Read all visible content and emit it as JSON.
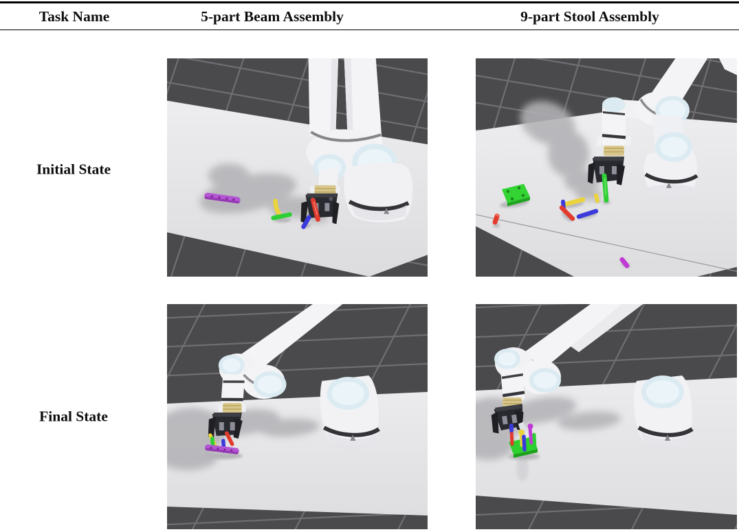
{
  "table": {
    "header": {
      "col_task": "Task Name",
      "col_beam": "5-part Beam Assembly",
      "col_stool": "9-part Stool Assembly"
    },
    "rows": {
      "initial": "Initial State",
      "final": "Final State"
    }
  },
  "scenes": {
    "initial_beam": {
      "description": "White robot arm reaching down over a light table, gripper holding a red peg, with a purple beam, yellow peg, green peg and blue peg scattered on the table",
      "parts": [
        "purple beam",
        "yellow peg",
        "green peg",
        "blue peg",
        "red peg (in gripper)"
      ]
    },
    "initial_stool": {
      "description": "White robot arm holding a green leg over a light table with a green seat plate, red foot, blue foot, yellow foot, magenta foot, and red, blue and yellow legs scattered",
      "parts": [
        "green seat plate",
        "red foot",
        "blue foot",
        "yellow leg",
        "red leg",
        "blue leg",
        "yellow foot",
        "green leg (in gripper)",
        "magenta foot"
      ]
    },
    "final_beam": {
      "description": "Robot arm extended left, gripper above the assembled beam: purple beam with yellow, green, blue and red pegs standing on it",
      "parts": [
        "purple beam",
        "yellow peg",
        "green peg",
        "blue peg",
        "red peg"
      ]
    },
    "final_stool": {
      "description": "Robot arm extended left, gripper above the assembled stool: green seat plate with blue, red, yellow, magenta and green legs standing upright",
      "parts": [
        "green seat plate",
        "blue-capped red leg",
        "yellow ball leg",
        "blue leg",
        "magenta leg",
        "green leg"
      ]
    },
    "colors": {
      "floor": "#4a4a4c",
      "grid_line": "#747478",
      "table_top": "#e9e9eb",
      "table_edge": "#dcdcde",
      "shadow": "#b4b4b8",
      "robot_body": "#f4f4f6",
      "joint_cap": "#dcebf2",
      "joint_ring": "#35353a",
      "gripper": "#292930",
      "wrist_coupling": "#d8c78c",
      "part_red": "#e23b2e",
      "part_blue": "#3b3bdc",
      "part_green": "#2ecf35",
      "part_yellow": "#ead33c",
      "part_purple_beam": "#b455d4",
      "part_magenta": "#c03bd4",
      "plate_green": "#33d433"
    }
  }
}
